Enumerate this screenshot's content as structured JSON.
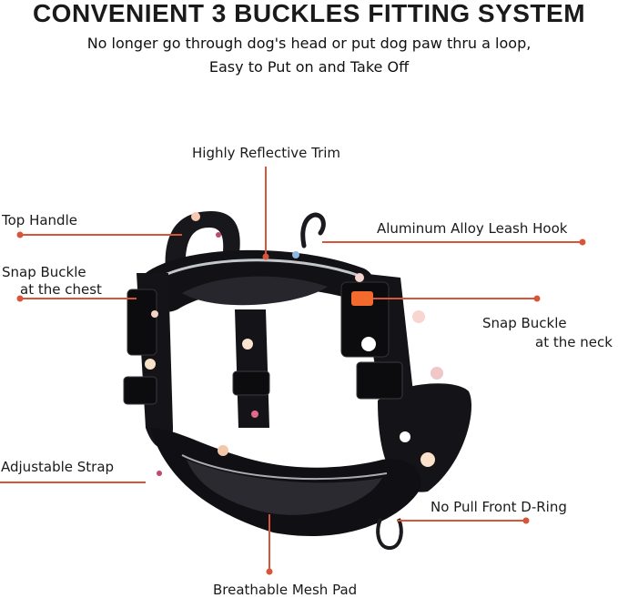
{
  "header": {
    "title": "CONVENIENT 3 BUCKLES FITTING SYSTEM",
    "subtitle_line1": "No longer go through dog's head or put dog paw thru a loop,",
    "subtitle_line2": "Easy to Put on and Take Off"
  },
  "callouts": {
    "reflective_trim": "Highly Reflective Trim",
    "top_handle": "Top Handle",
    "leash_hook": "Aluminum Alloy Leash Hook",
    "chest_buckle_line1": "Snap Buckle",
    "chest_buckle_line2": "at the chest",
    "neck_buckle_line1": "Snap Buckle",
    "neck_buckle_line2": "at the neck",
    "adjustable_strap": "Adjustable Strap",
    "front_d_ring": "No Pull Front D-Ring",
    "mesh_pad": "Breathable Mesh Pad"
  },
  "colors": {
    "leader_line": "#d9553a",
    "harness_body": "#15151a",
    "reflective": "#bfc3c8",
    "buckle_accent": "#f26a2e"
  }
}
